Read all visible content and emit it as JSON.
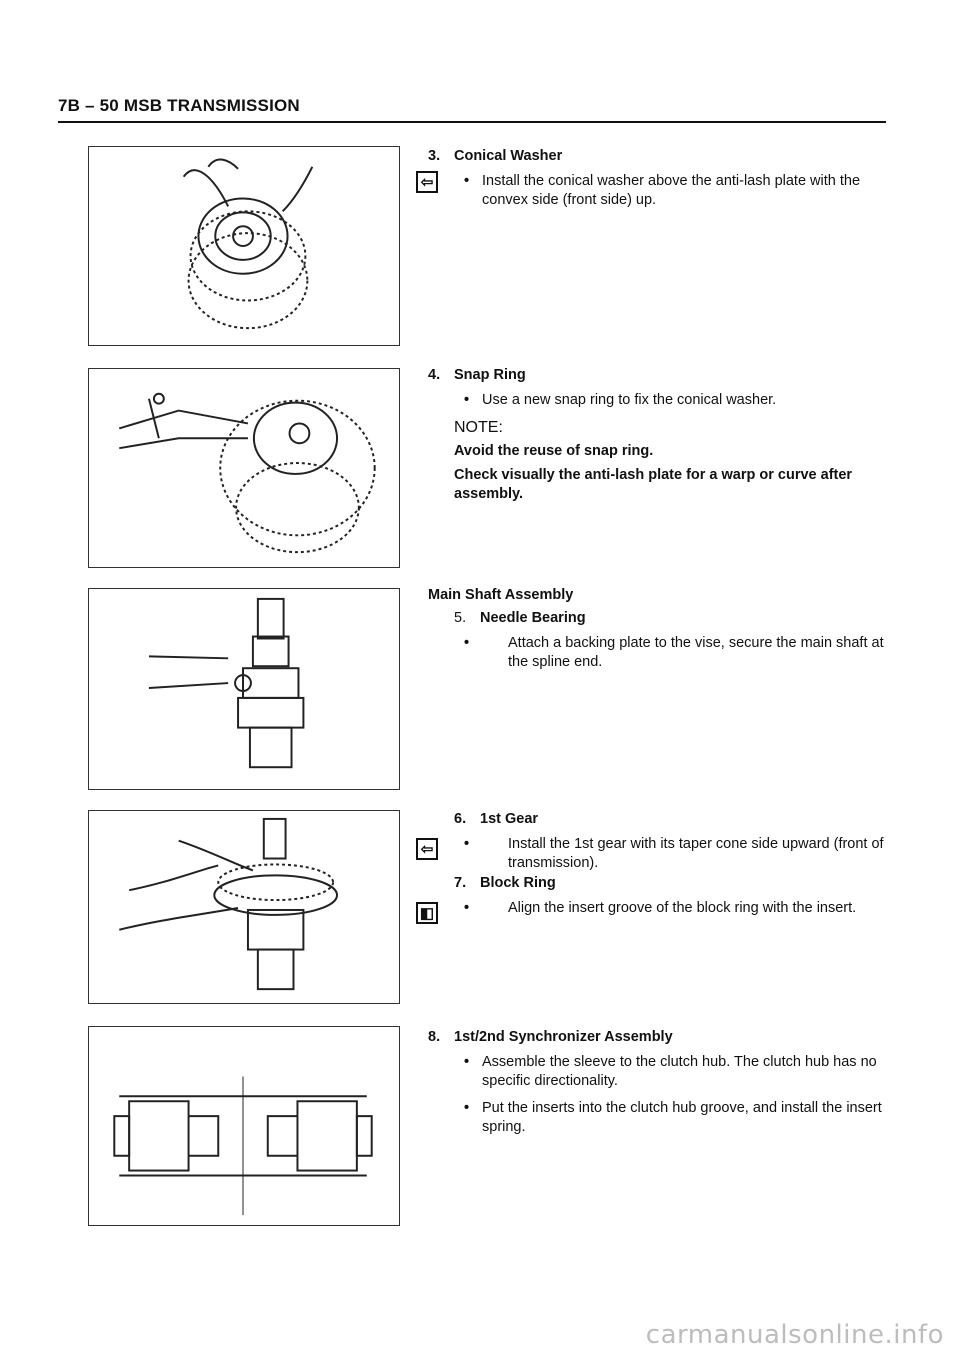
{
  "header": {
    "title": "7B – 50   MSB TRANSMISSION"
  },
  "steps": [
    {
      "number": "3.",
      "title": "Conical Washer",
      "bullets": [
        "Install the conical washer above the anti-lash plate with the convex side (front side) up."
      ]
    },
    {
      "number": "4.",
      "title": "Snap Ring",
      "bullets": [
        "Use a new snap ring to fix the conical washer."
      ],
      "note_label": "NOTE:",
      "notes": [
        "Avoid the reuse of snap ring.",
        "Check visually the anti-lash plate for a warp or curve after assembly."
      ]
    },
    {
      "section": "Main Shaft Assembly",
      "number": "5.",
      "title": "Needle Bearing",
      "bullets": [
        "Attach a backing plate to the vise, secure the main shaft at the spline end."
      ]
    },
    {
      "number": "6.",
      "title": "1st Gear",
      "bullets": [
        "Install the 1st gear with its taper cone side upward (front of transmission)."
      ]
    },
    {
      "number": "7.",
      "title": "Block Ring",
      "bullets": [
        "Align the insert groove of the block ring with the insert."
      ]
    },
    {
      "number": "8.",
      "title": "1st/2nd Synchronizer Assembly",
      "bullets": [
        "Assemble the sleeve to the clutch hub. The clutch hub has no specific directionality.",
        "Put the inserts into the clutch hub groove, and install the insert spring."
      ]
    }
  ],
  "icons": {
    "direction": "arrow-left-icon",
    "alignment": "alignment-marks-icon",
    "direction_glyph": "⇦",
    "alignment_glyph": "◧"
  },
  "watermark": "carmanualsonline.info"
}
